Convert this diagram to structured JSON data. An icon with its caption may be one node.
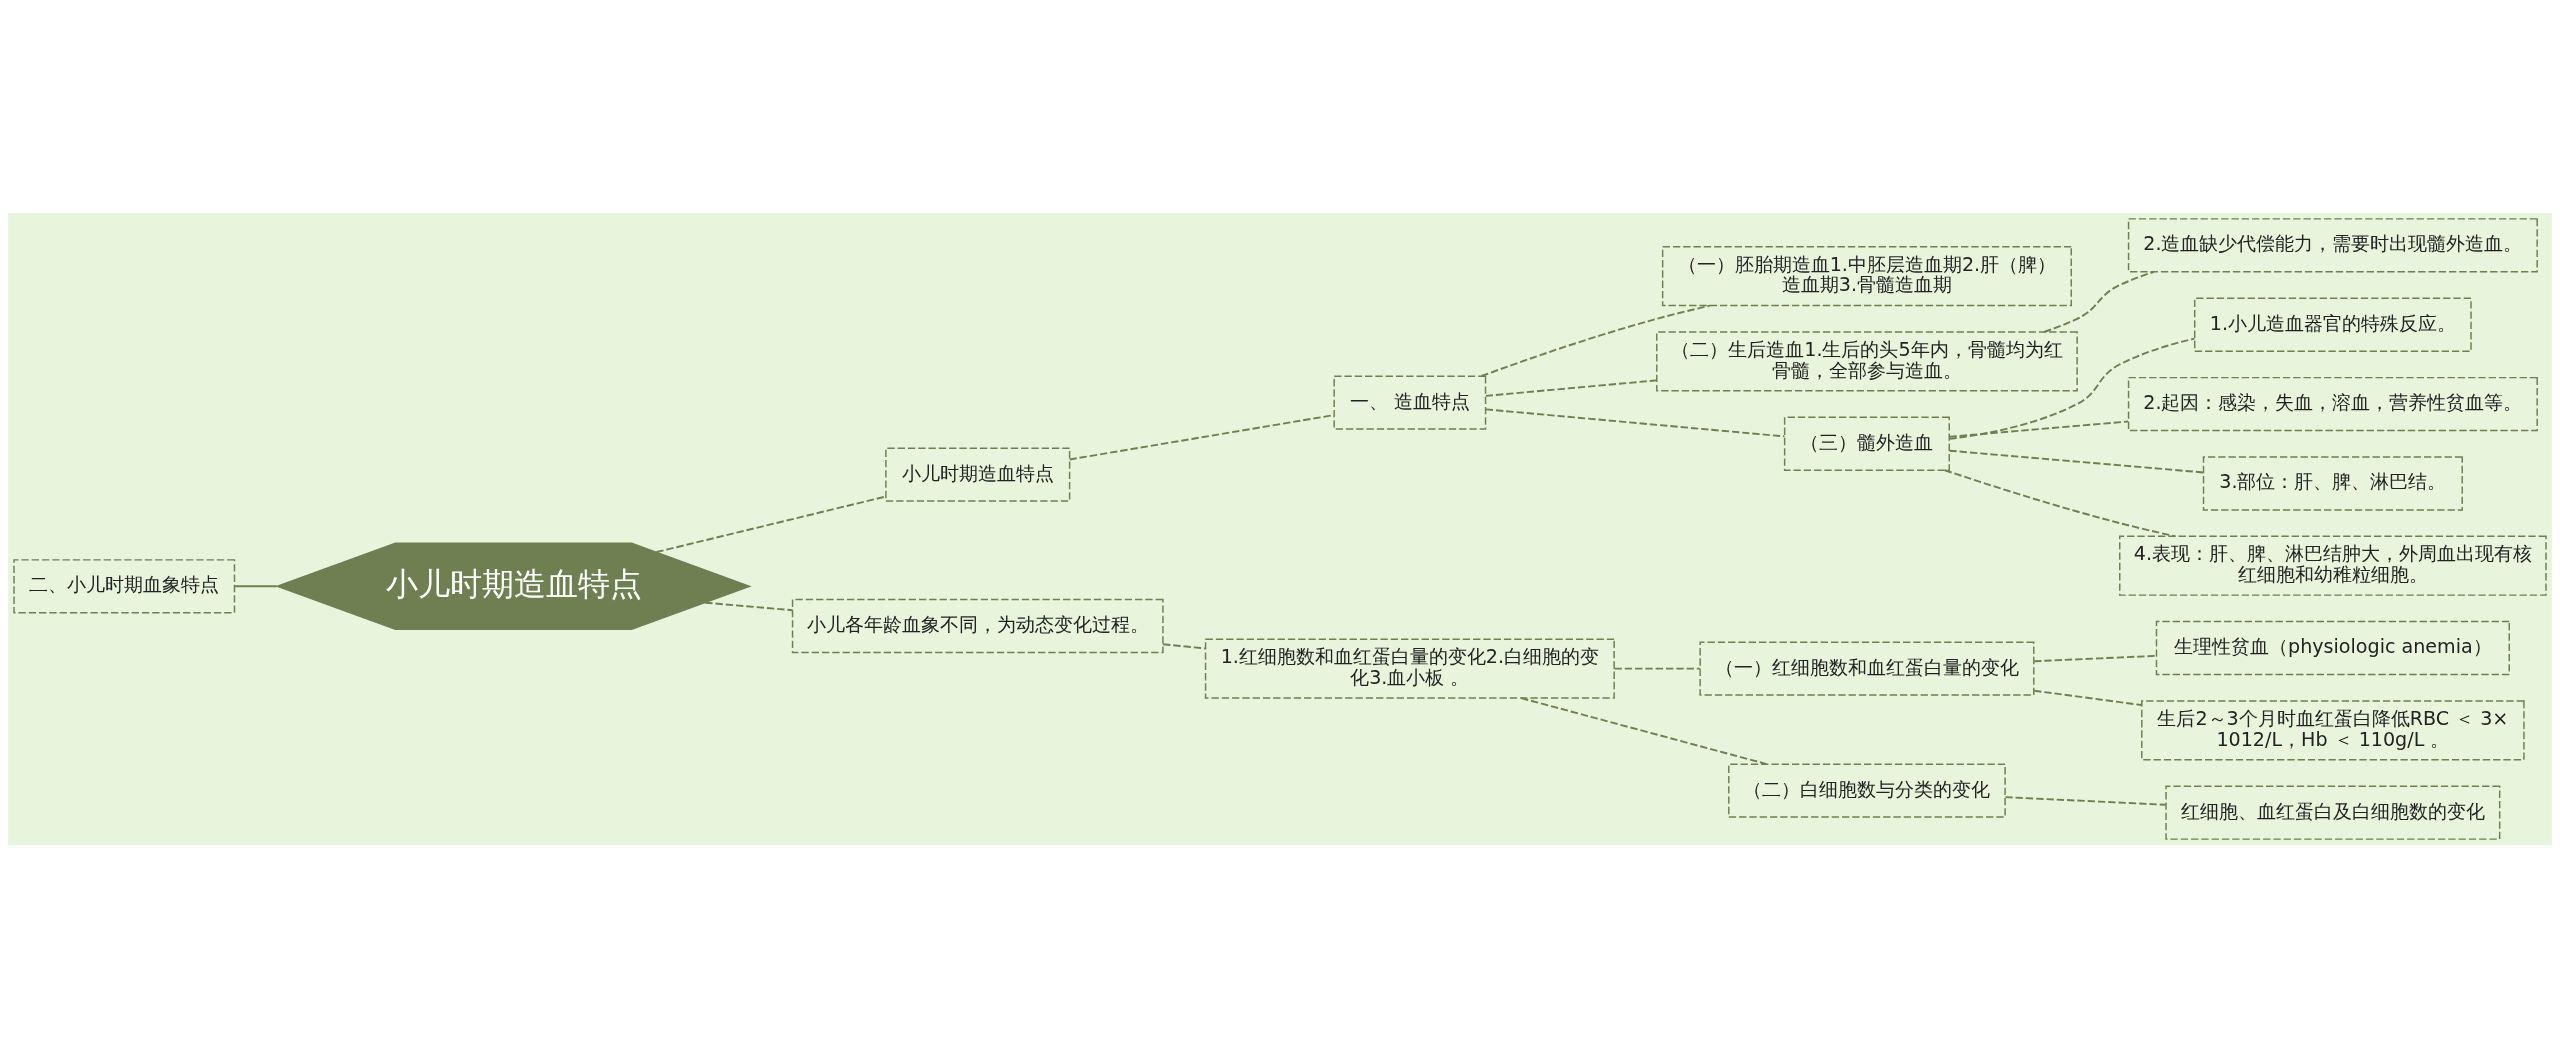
{
  "diagram": {
    "nodes": [
      {
        "text": [
          "小儿时期造血特点"
        ]
      },
      {
        "text": [
          "二、小儿时期血象特点"
        ]
      },
      {
        "text": [
          "小儿时期造血特点"
        ]
      },
      {
        "text": [
          "一、 造血特点"
        ]
      },
      {
        "text": [
          "（一）胚胎期造血1.中胚层造血期2.肝（脾）造血期3.骨髓造血期"
        ]
      },
      {
        "text": [
          "（二）生后造血1.生后的头5年内，骨髓均为红骨髓，全部参与造血。"
        ]
      },
      {
        "text": [
          "2.造血缺少代偿能力，需要时出现髓外造血。"
        ]
      },
      {
        "text": [
          "（三）髓外造血"
        ]
      },
      {
        "text": [
          "1.小儿造血器官的特殊反应。"
        ]
      },
      {
        "text": [
          "2.起因：感染，失血，溶血，营养性贫血等。"
        ]
      },
      {
        "text": [
          "3.部位：肝、脾、淋巴结。"
        ]
      },
      {
        "text": [
          "4.表现：肝、脾、淋巴结肿大，外周血出现有核红细胞和幼稚粒细胞。"
        ]
      },
      {
        "text": [
          "小儿各年龄血象不同，为动态变化过程。"
        ]
      },
      {
        "text": [
          "1.红细胞数和血红蛋白量的变化2.白细胞的变化3.血小板 。"
        ]
      },
      {
        "text": [
          "（一）红细胞数和血红蛋白量的变化"
        ]
      },
      {
        "text": [
          "生理性贫血（physiologic anemia）"
        ]
      },
      {
        "text": [
          "生后2～3个月时血红蛋白降低RBC ＜ 3×1012/L，Hb ＜ 110g/L 。"
        ]
      },
      {
        "text": [
          "（二）白细胞数与分类的变化"
        ]
      },
      {
        "text": [
          "红细胞、血红蛋白及白细胞数的变化"
        ]
      }
    ],
    "edges": [
      {
        "from": 1,
        "to": 0,
        "arrow": "none"
      },
      {
        "from": 0,
        "to": 2,
        "arrow": "none",
        "style": "dashed"
      },
      {
        "from": 0,
        "to": 12,
        "arrow": "none",
        "style": "dashed"
      },
      {
        "from": 2,
        "to": 3,
        "arrow": "none",
        "style": "dashed"
      },
      {
        "from": 3,
        "to": 4,
        "arrow": "none",
        "style": "dashed"
      },
      {
        "from": 3,
        "to": 5,
        "arrow": "none",
        "style": "dashed"
      },
      {
        "from": 3,
        "to": 7,
        "arrow": "none",
        "style": "dashed"
      },
      {
        "from": 5,
        "to": 6,
        "arrow": "none",
        "style": "dashed"
      },
      {
        "from": 7,
        "to": 8,
        "arrow": "none",
        "style": "dashed"
      },
      {
        "from": 7,
        "to": 9,
        "arrow": "none",
        "style": "dashed"
      },
      {
        "from": 7,
        "to": 10,
        "arrow": "none",
        "style": "dashed"
      },
      {
        "from": 7,
        "to": 11,
        "arrow": "none",
        "style": "dashed"
      },
      {
        "from": 12,
        "to": 13,
        "arrow": "none",
        "style": "dashed"
      },
      {
        "from": 13,
        "to": 14,
        "arrow": "none",
        "style": "dashed"
      },
      {
        "from": 13,
        "to": 17,
        "arrow": "none",
        "style": "dashed"
      },
      {
        "from": 14,
        "to": 15,
        "arrow": "none",
        "style": "dashed"
      },
      {
        "from": 14,
        "to": 16,
        "arrow": "none",
        "style": "dashed"
      },
      {
        "from": 17,
        "to": 18,
        "arrow": "none",
        "style": "dashed"
      }
    ]
  }
}
